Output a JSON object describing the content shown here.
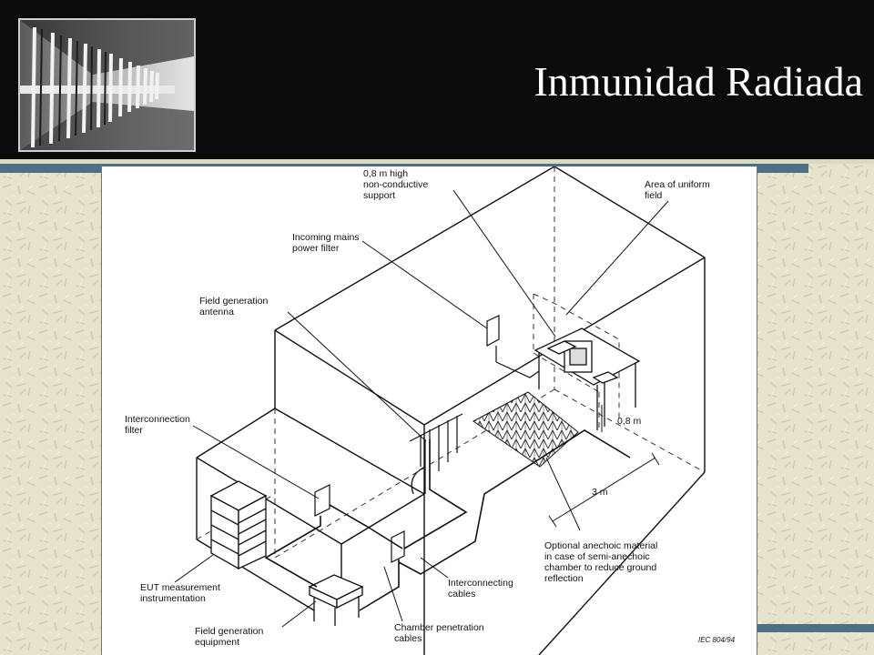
{
  "slide": {
    "title": "Inmunidad Radiada",
    "thumbnail_icon": "anechoic-chamber-photo-icon"
  },
  "colors": {
    "header_bg": "#0b0b0b",
    "accent_stripe": "#4d6f83",
    "background": "#e6e2cb",
    "title_text": "#ffffff"
  },
  "diagram": {
    "labels": {
      "support": "0,8 m high\nnon-conductive\nsupport",
      "uniform_field": "Area of uniform\nfield",
      "mains_filter": "Incoming mains\npower filter",
      "antenna": "Field generation\nantenna",
      "interconnection_filter": "Interconnection\nfilter",
      "eut_instrumentation": "EUT measurement\ninstrumentation",
      "field_generation_equipment": "Field generation\nequipment",
      "penetration_cables": "Chamber penetration\ncables",
      "interconnecting_cables": "Interconnecting\ncables",
      "anechoic_material": "Optional anechoic material\nin case of semi-anechoic\nchamber to reduce ground\nreflection",
      "height_dim": "0,8 m",
      "distance_dim": "3 m",
      "figure_ref": "IEC  804/94"
    }
  }
}
